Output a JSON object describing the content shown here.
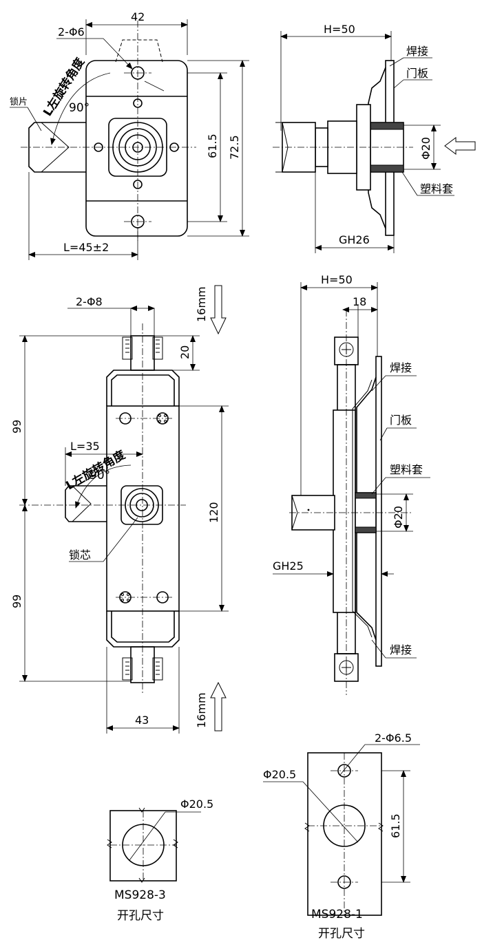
{
  "top_left": {
    "dim_width": "42",
    "holes": "2-Φ6",
    "rotation_label": "L左旋转角度",
    "angle": "90°",
    "lock_piece": "锁片",
    "dim_inner_height": "61.5",
    "dim_total_height": "72.5",
    "dim_length": "L=45±2"
  },
  "top_right": {
    "dim_h": "H=50",
    "weld": "焊接",
    "door_panel": "门板",
    "dia": "Φ20",
    "plastic_sleeve": "塑料套",
    "gh": "GH26"
  },
  "mid_left": {
    "holes": "2-Φ8",
    "travel_top": "16mm",
    "dim_20": "20",
    "dim_99_top": "99",
    "dim_99_bottom": "99",
    "dim_l": "L=35",
    "rotation_label": "L左旋转角度",
    "angle": "90°",
    "dim_120": "120",
    "lock_core": "锁芯",
    "travel_bottom": "16mm",
    "dim_43": "43"
  },
  "mid_right": {
    "dim_h": "H=50",
    "dim_18": "18",
    "weld_top": "焊接",
    "door_panel": "门板",
    "plastic_sleeve": "塑料套",
    "dia": "Φ20",
    "gh": "GH25",
    "weld_bottom": "焊接"
  },
  "bottom_left": {
    "dia": "Φ20.5",
    "model": "MS928-3",
    "caption": "开孔尺寸"
  },
  "bottom_right": {
    "holes": "2-Φ6.5",
    "dia": "Φ20.5",
    "dim_61_5": "61.5",
    "model": "MS928-1",
    "caption": "开孔尺寸"
  }
}
